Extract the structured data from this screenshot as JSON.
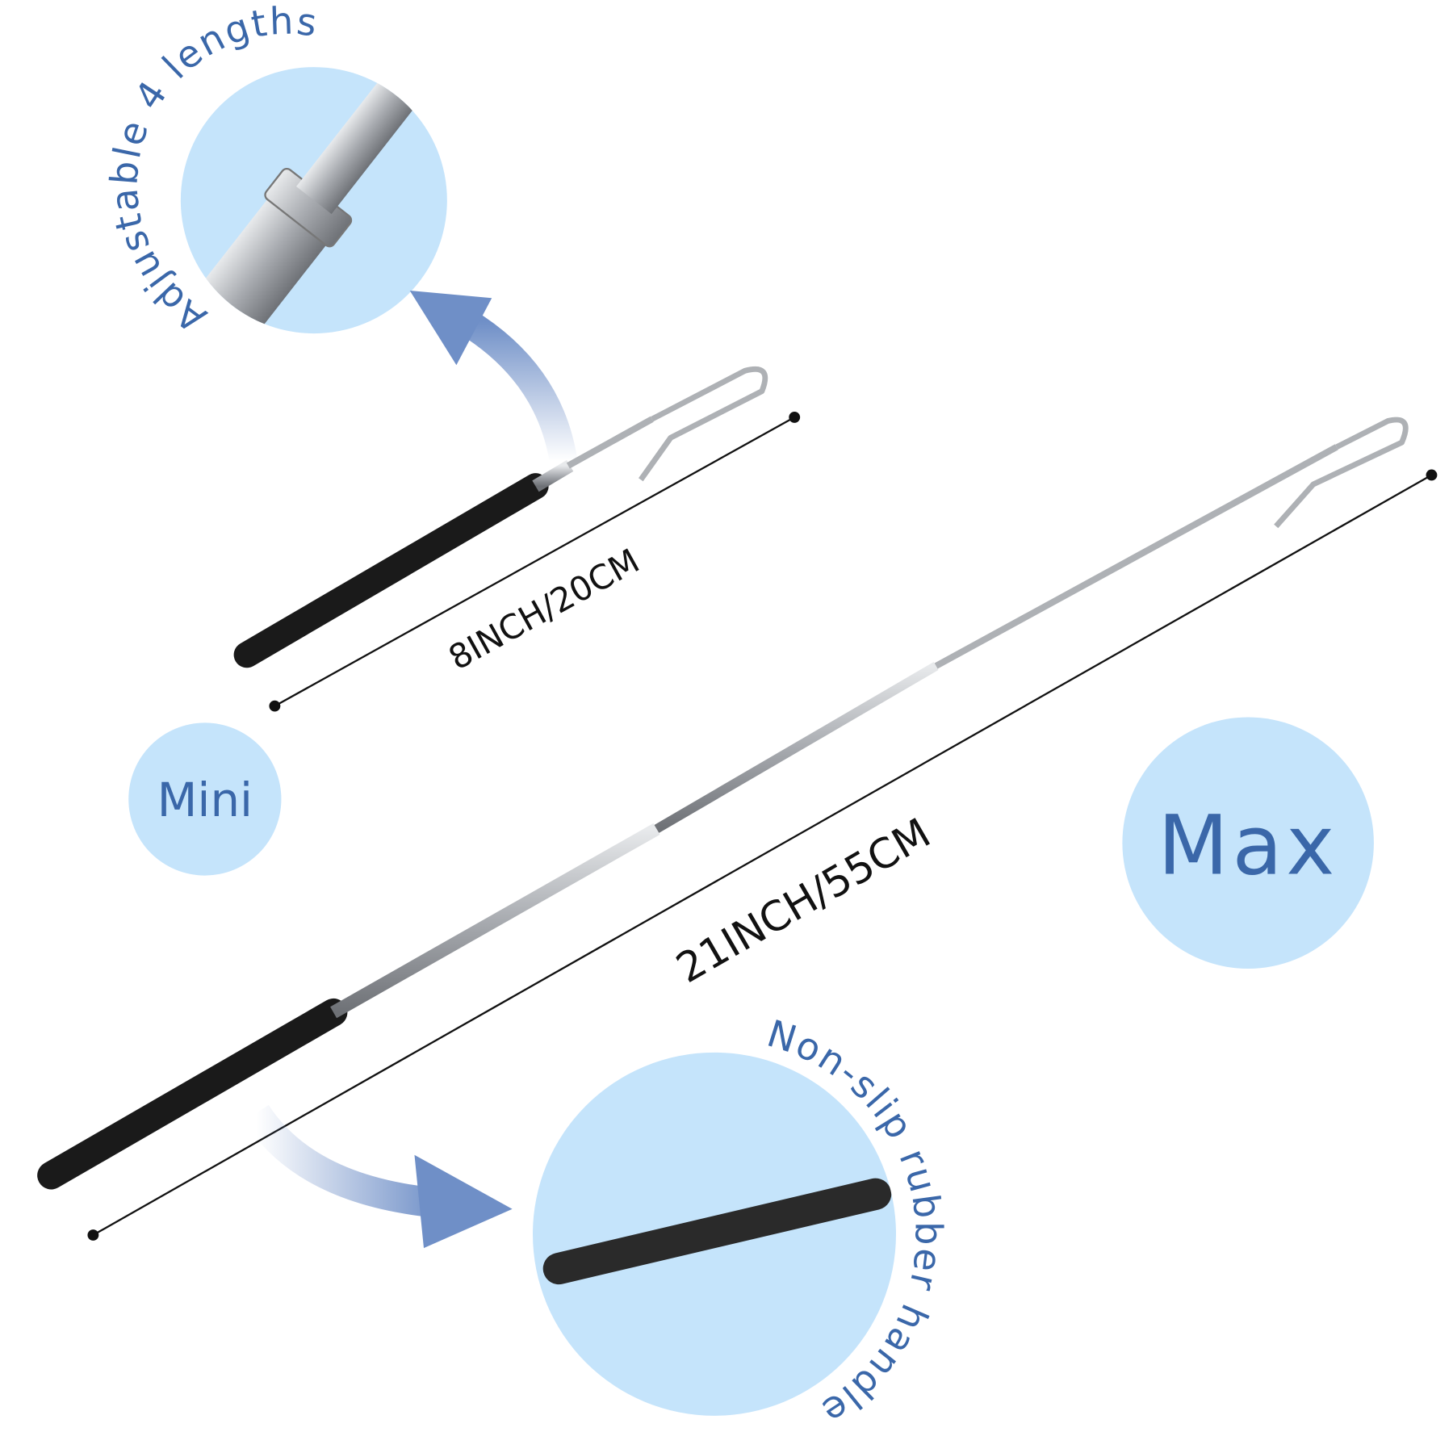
{
  "callouts": {
    "adjustable": "Adjustable 4 lengths",
    "handle": "Non-slip rubber handle"
  },
  "sizes": {
    "mini_label": "Mini",
    "max_label": "Max",
    "mini_length": "8INCH/20CM",
    "max_length": "21INCH/55CM"
  },
  "colors": {
    "accent_text": "#3a67a9",
    "circle_fill": "#c5e4fb",
    "arrow": "#6f8fc7",
    "handle": "#1a1a1a",
    "rod": "#b9bcc0"
  }
}
